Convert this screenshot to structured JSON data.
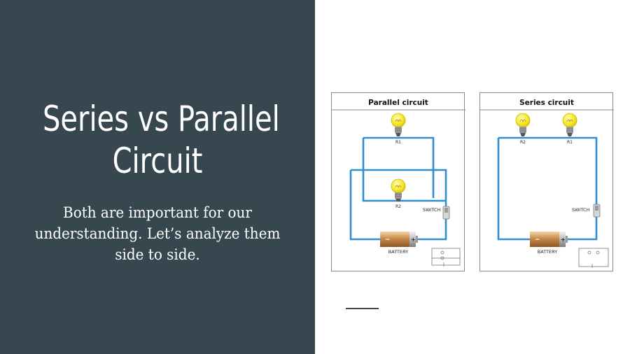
{
  "slide": {
    "title_lines": [
      "Series vs Parallel",
      "Circuit"
    ],
    "subtitle_lines": [
      "Both are important for our",
      "understanding. Let’s analyze them",
      "side to side."
    ]
  },
  "parallel": {
    "title": "Parallel circuit",
    "bulb_top_label": "R1",
    "bulb_mid_label": "R2",
    "switch_label": "SWITCH",
    "battery_label": "BATTERY",
    "battery_minus": "−",
    "battery_plus": "+"
  },
  "series": {
    "title": "Series circuit",
    "bulb_left_label": "R2",
    "bulb_right_label": "R1",
    "switch_label": "SWITCH",
    "battery_label": "BATTERY",
    "battery_minus": "−",
    "battery_plus": "+"
  },
  "colors": {
    "panel": "#37474f",
    "wire": "#2f8fd0",
    "bulb": "#f5e92a",
    "battery": "#c88a4a"
  }
}
